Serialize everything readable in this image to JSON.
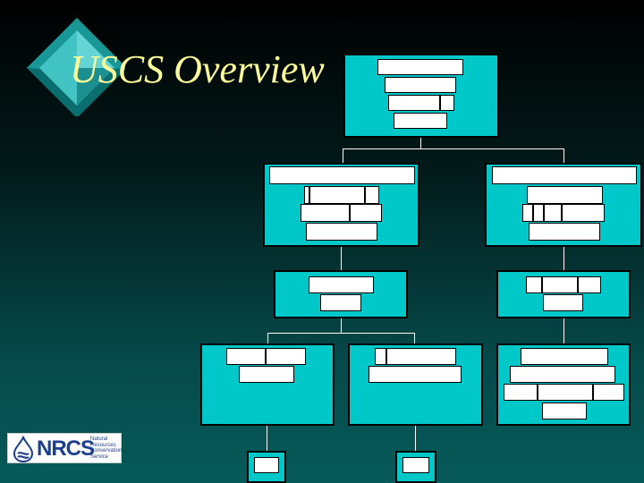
{
  "slide": {
    "title": "USCS Overview"
  },
  "logo": {
    "abbreviation": "NRCS",
    "lines": [
      "Natural",
      "Resources",
      "Conservation",
      "Service"
    ]
  },
  "colors": {
    "title": "#ffff99",
    "box_fill": "#00c8c8",
    "label_fill": "#ffffff",
    "connector": "#ffffff",
    "logo_blue": "#1c3f8c"
  }
}
